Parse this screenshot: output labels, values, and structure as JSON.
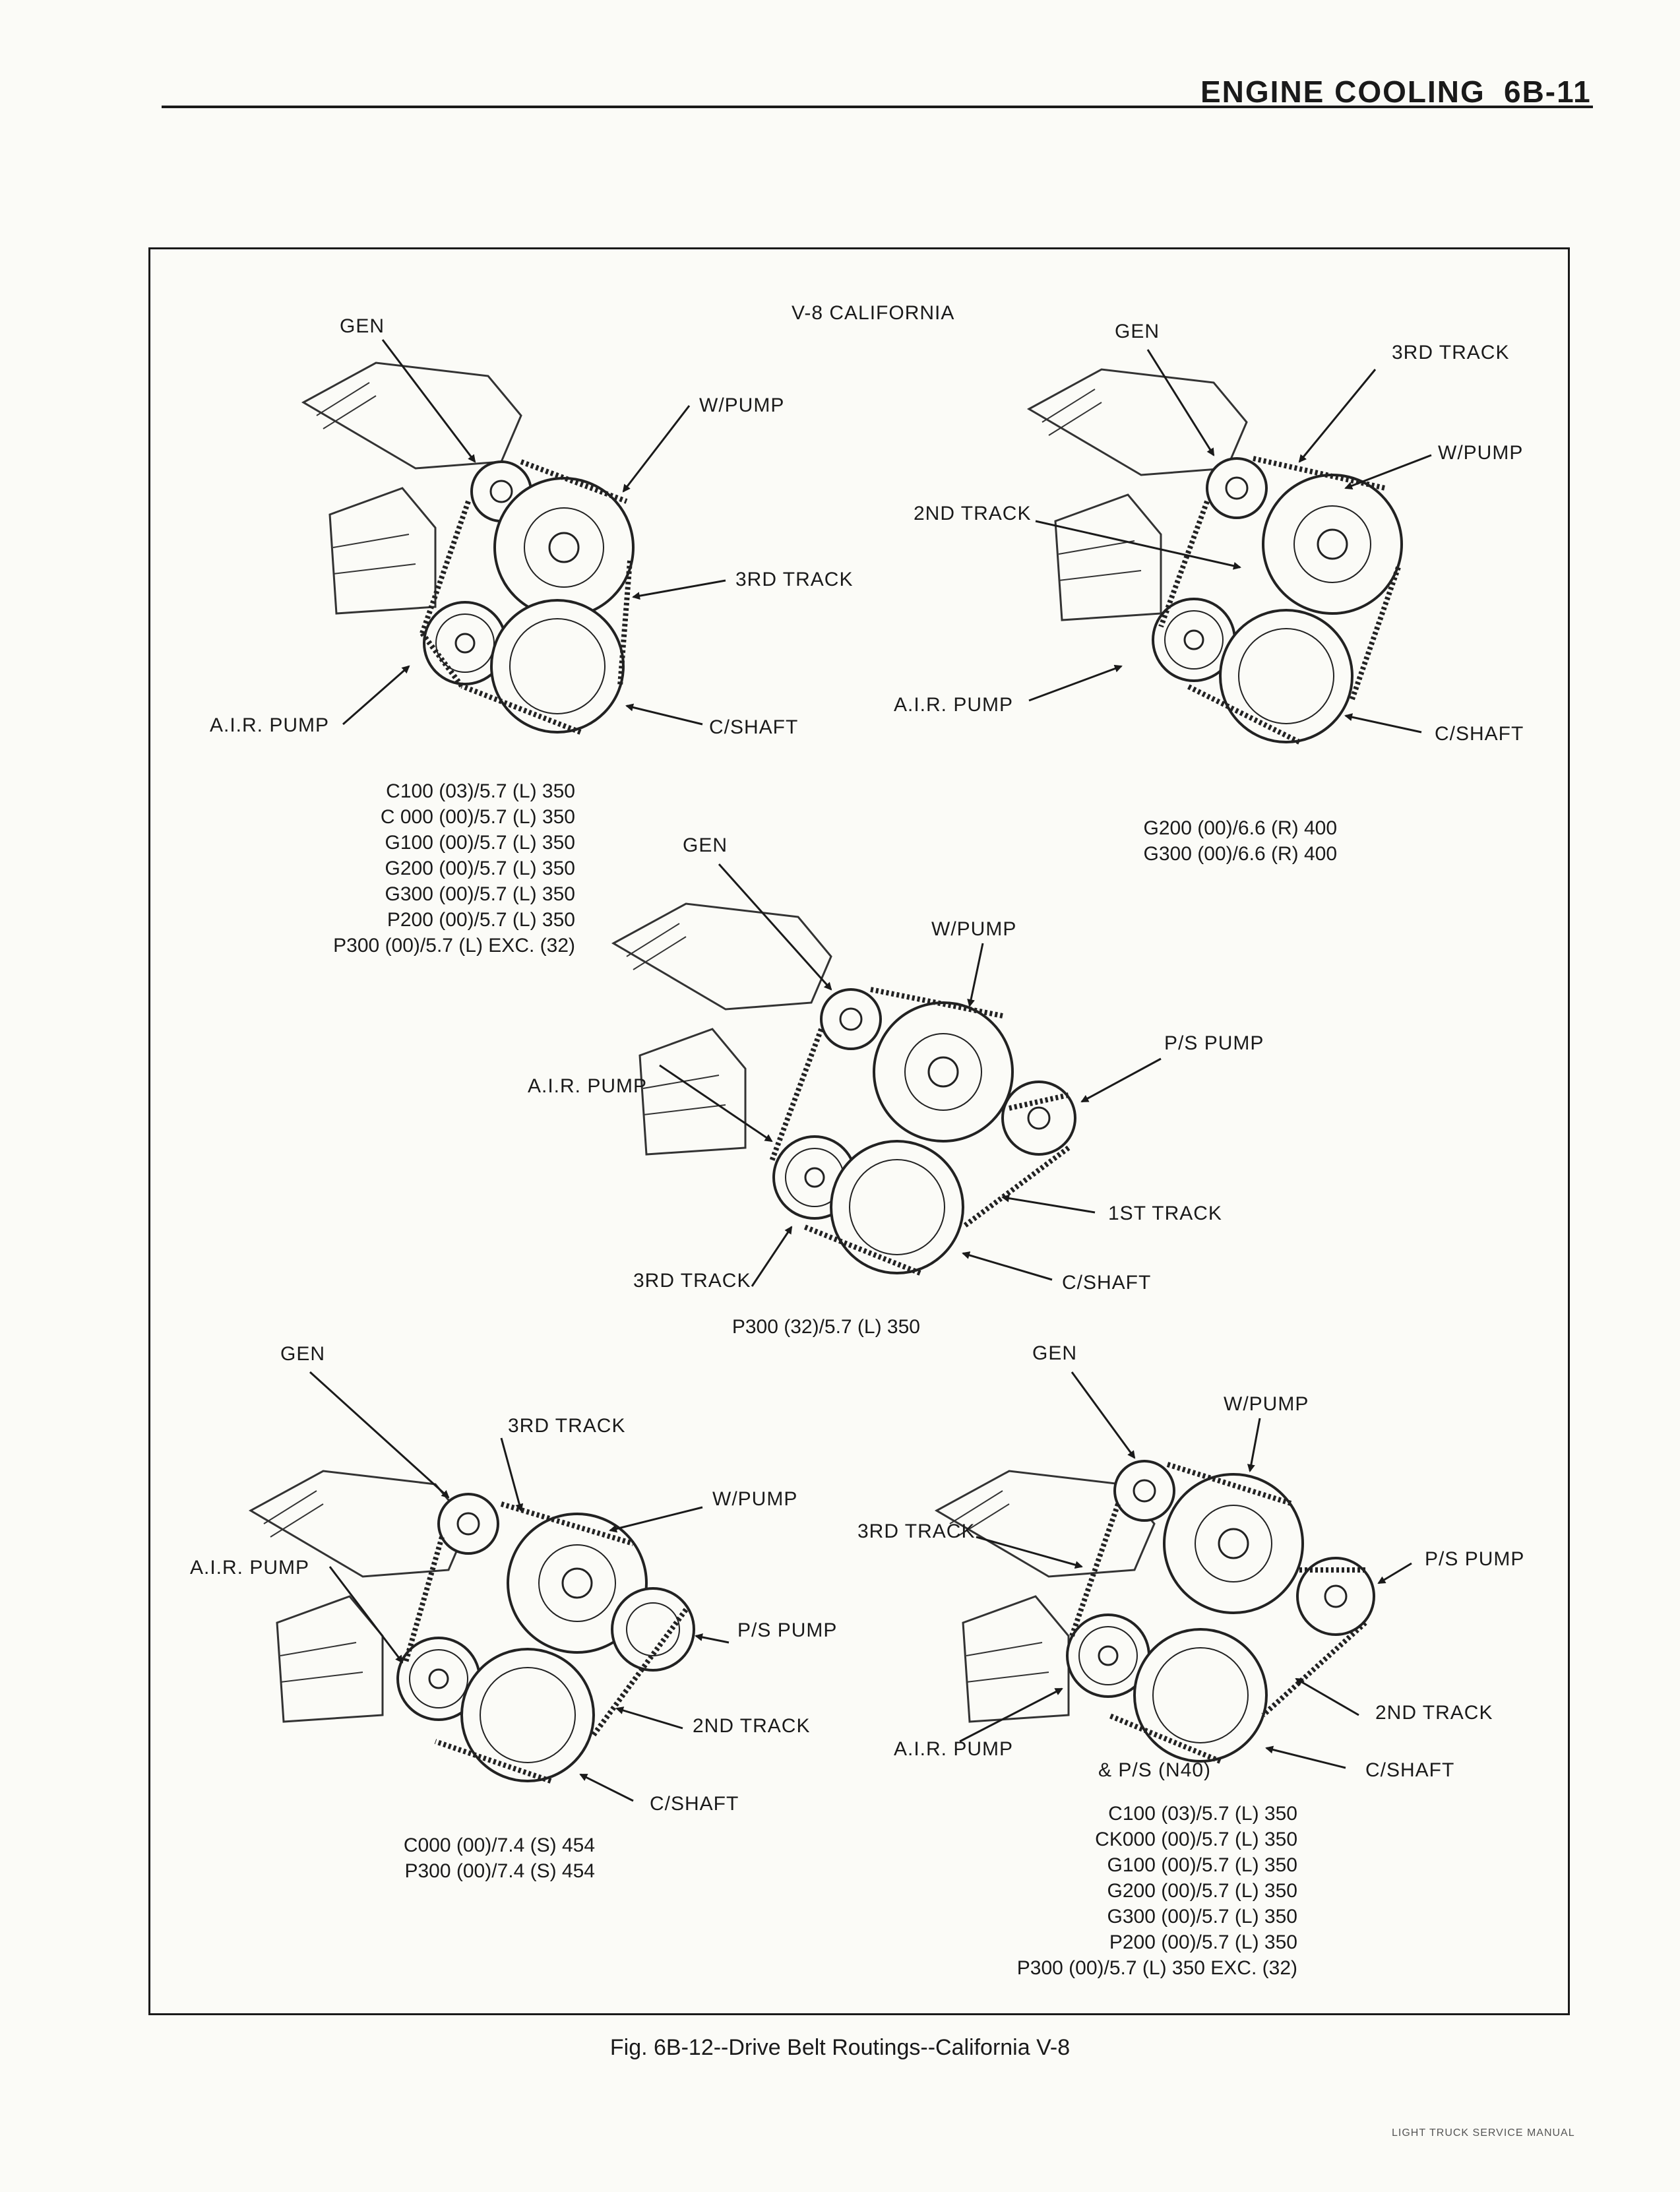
{
  "header": {
    "section": "ENGINE COOLING",
    "page": "6B-11"
  },
  "figure_title": "V-8 CALIFORNIA",
  "diagrams": [
    {
      "labels": {
        "gen": "GEN",
        "wpump": "W/PUMP",
        "track3": "3RD TRACK",
        "air": "A.I.R. PUMP",
        "cshaft": "C/SHAFT"
      },
      "models": [
        "C100 (03)/5.7 (L) 350",
        "C 000 (00)/5.7 (L) 350",
        "G100 (00)/5.7 (L) 350",
        "G200 (00)/5.7 (L) 350",
        "G300 (00)/5.7 (L) 350",
        "P200 (00)/5.7 (L) 350",
        "P300 (00)/5.7 (L) EXC. (32)"
      ]
    },
    {
      "labels": {
        "gen": "GEN",
        "track3": "3RD TRACK",
        "wpump": "W/PUMP",
        "track2": "2ND TRACK",
        "air": "A.I.R. PUMP",
        "cshaft": "C/SHAFT"
      },
      "models": [
        "G200 (00)/6.6 (R) 400",
        "G300 (00)/6.6 (R) 400"
      ]
    },
    {
      "labels": {
        "gen": "GEN",
        "wpump": "W/PUMP",
        "pspump": "P/S PUMP",
        "air": "A.I.R. PUMP",
        "track1": "1ST TRACK",
        "track3": "3RD TRACK",
        "cshaft": "C/SHAFT"
      },
      "models": [
        "P300 (32)/5.7 (L) 350"
      ]
    },
    {
      "labels": {
        "gen": "GEN",
        "track3": "3RD TRACK",
        "wpump": "W/PUMP",
        "air": "A.I.R. PUMP",
        "pspump": "P/S PUMP",
        "track2": "2ND TRACK",
        "cshaft": "C/SHAFT"
      },
      "models": [
        "C000 (00)/7.4 (S) 454",
        "P300 (00)/7.4 (S) 454"
      ]
    },
    {
      "labels": {
        "gen": "GEN",
        "wpump": "W/PUMP",
        "track3": "3RD TRACK",
        "pspump": "P/S PUMP",
        "track2": "2ND TRACK",
        "air": "A.I.R. PUMP",
        "cshaft": "C/SHAFT",
        "ps_note": "& P/S (N40)"
      },
      "models": [
        "C100 (03)/5.7 (L) 350",
        "CK000 (00)/5.7 (L) 350",
        "G100 (00)/5.7 (L) 350",
        "G200 (00)/5.7 (L) 350",
        "G300 (00)/5.7 (L) 350",
        "P200 (00)/5.7 (L) 350",
        "P300 (00)/5.7 (L) 350 EXC. (32)"
      ]
    }
  ],
  "caption": "Fig. 6B-12--Drive Belt Routings--California V-8",
  "footer": "LIGHT TRUCK SERVICE MANUAL"
}
